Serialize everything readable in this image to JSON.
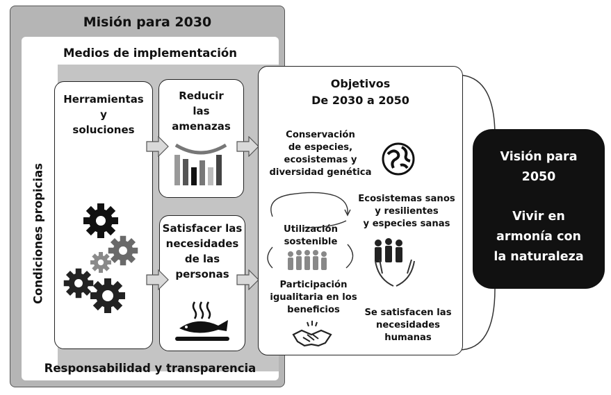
{
  "mission": {
    "title": "Misión para 2030",
    "means": "Medios de implementación",
    "enabling": "Condiciones propicias",
    "accountability": "Responsabilidad y transparencia"
  },
  "tools": {
    "line1": "Herramientas",
    "line2": "y",
    "line3": "soluciones"
  },
  "reduce": {
    "line1": "Reducir",
    "line2": "las",
    "line3": "amenazas"
  },
  "needs": {
    "line1": "Satisfacer las",
    "line2": "necesidades",
    "line3": "de las",
    "line4": "personas"
  },
  "objectives": {
    "title1": "Objetivos",
    "title2": "De 2030 a 2050",
    "conservation": [
      "Conservación",
      "de especies,",
      "ecosistemas y",
      "diversidad genética"
    ],
    "healthy": [
      "Ecosistemas sanos",
      "y resilientes",
      "y especies sanas"
    ],
    "sustainable": [
      "Utilización",
      "sostenible"
    ],
    "sharing": [
      "Participación",
      "igualitaria en los",
      "beneficios"
    ],
    "met": [
      "Se satisfacen las",
      "necesidades",
      "humanas"
    ]
  },
  "vision": {
    "line1": "Visión para",
    "line2": "2050",
    "line3": "Vivir en",
    "line4": "armonía con",
    "line5": "la naturaleza"
  },
  "colors": {
    "dark": "#111111",
    "gray_outer": "#b5b5b5",
    "gray_inner": "#c4c4c4",
    "arrow": "#d9d9d9"
  },
  "icons": [
    "gear-icon",
    "bar-chart-icon",
    "fish-plate-icon",
    "globe-icon",
    "people-icon",
    "hands-icon",
    "handshake-icon",
    "cycle-arrow-icon"
  ]
}
